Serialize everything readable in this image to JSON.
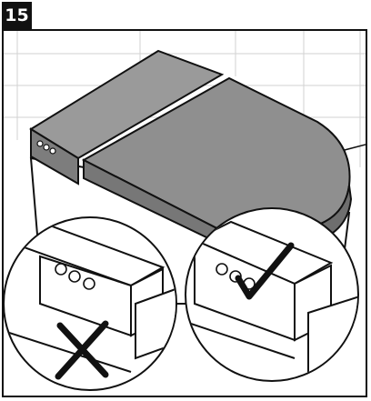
{
  "step": {
    "number": "15"
  },
  "illustration": {
    "subject": "toilet-seat-lid-installation",
    "button_count": 3,
    "callouts": [
      {
        "status": "incorrect",
        "icon": "cross-icon"
      },
      {
        "status": "correct",
        "icon": "checkmark-icon"
      }
    ],
    "colors": {
      "outline": "#111111",
      "lid_fill": "#8f8f8f",
      "lid_top": "#9a9a9a",
      "tile_line": "#cfcfcf",
      "body_fill": "#ffffff"
    }
  }
}
